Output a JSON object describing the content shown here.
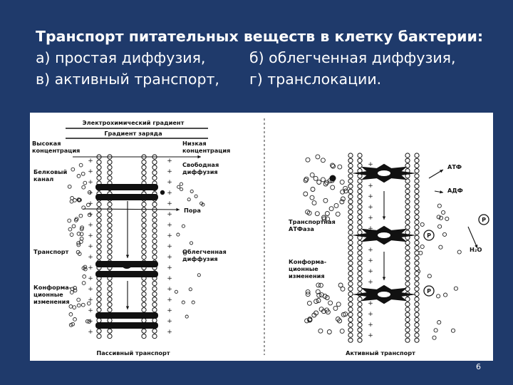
{
  "slide": {
    "title_line1": "Транспорт питательных веществ в клетку бактерии:",
    "title_line2_a": "а) простая диффузия,",
    "title_line2_b": "б) облегченная диффузия,",
    "title_line3_a": "в) активный транспорт,",
    "title_line3_b": "г) транслокации.",
    "page_number": "6"
  },
  "figure": {
    "left_panel": {
      "header1": "Электрохимический градиент",
      "header2": "Градиент заряда",
      "high_conc_1": "Высокая",
      "high_conc_2": "концентрация",
      "low_conc_1": "Низкая",
      "low_conc_2": "концентрация",
      "protein_channel_1": "Белковый",
      "protein_channel_2": "канал",
      "free_diffusion_1": "Свободная",
      "free_diffusion_2": "диффузия",
      "pore": "Пора",
      "transport": "Транспорт",
      "facilitated_1": "Облегченная",
      "facilitated_2": "диффузия",
      "conform_1": "Конформа-",
      "conform_2": "ционные",
      "conform_3": "изменения",
      "footer": "Пассивный транспорт"
    },
    "right_panel": {
      "transport_atpase_1": "Транспортная",
      "transport_atpase_2": "АТФаза",
      "conform_1": "Конформа-",
      "conform_2": "ционные",
      "conform_3": "изменения",
      "atp": "АТФ",
      "adp": "АДФ",
      "phosphate": "P",
      "water": "H₂O",
      "footer": "Активный транспорт"
    }
  }
}
